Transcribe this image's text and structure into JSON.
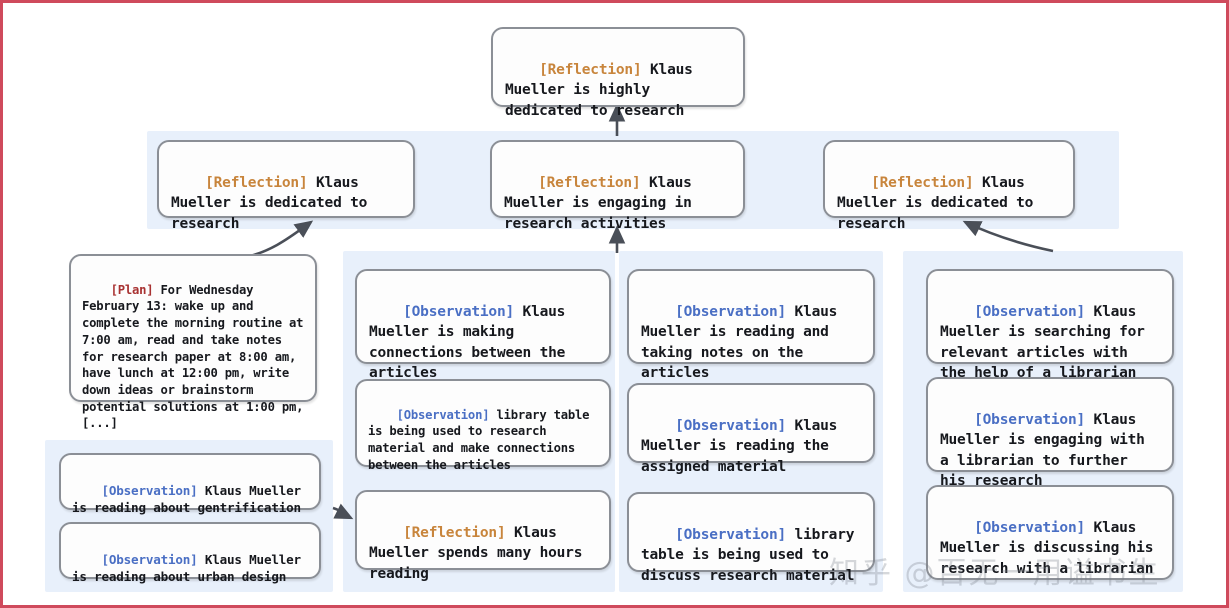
{
  "meta": {
    "border_color": "#cf4a5c",
    "panel_color": "#e8f0fb",
    "node_border_color": "#8b8f96",
    "reflection_tag_color": "#c8853c",
    "observation_tag_color": "#4a6fc4",
    "plan_tag_color": "#a83232"
  },
  "tags": {
    "reflection": "[Reflection]",
    "observation": "[Observation]",
    "plan": "[Plan]"
  },
  "nodes": {
    "top_reflection": {
      "tag": "[Reflection]",
      "text": " Klaus Mueller is highly dedicated to research"
    },
    "mid_reflection_left": {
      "tag": "[Reflection]",
      "text": " Klaus Mueller is dedicated to research"
    },
    "mid_reflection_center": {
      "tag": "[Reflection]",
      "text": " Klaus Mueller is engaging in research activities"
    },
    "mid_reflection_right": {
      "tag": "[Reflection]",
      "text": " Klaus Mueller is dedicated to research"
    },
    "plan_box": {
      "tag": "[Plan]",
      "text": " For Wednesday February 13: wake up and complete the morning routine at 7:00 am, read and take notes for research paper at 8:00 am, have lunch at 12:00 pm, write down ideas or brainstorm potential solutions at 1:00 pm, [...]"
    },
    "obs_left_1": {
      "tag": "[Observation]",
      "text": " Klaus Mueller is reading about gentrification"
    },
    "obs_left_2": {
      "tag": "[Observation]",
      "text": " Klaus Mueller is reading about urban design"
    },
    "obs_col1_1": {
      "tag": "[Observation]",
      "text": " Klaus Mueller is making connections between the articles"
    },
    "obs_col1_2": {
      "tag": "[Observation]",
      "text": " library table is being used to research material and make connections between the articles"
    },
    "refl_col1_3": {
      "tag": "[Reflection]",
      "text": " Klaus Mueller spends many hours reading"
    },
    "obs_col2_1": {
      "tag": "[Observation]",
      "text": " Klaus Mueller is reading and taking notes on the articles"
    },
    "obs_col2_2": {
      "tag": "[Observation]",
      "text": " Klaus Mueller is reading the assigned material"
    },
    "obs_col2_3": {
      "tag": "[Observation]",
      "text": " library table is being used to discuss research material"
    },
    "obs_col3_1": {
      "tag": "[Observation]",
      "text": " Klaus Mueller is searching for relevant articles with the help of a librarian"
    },
    "obs_col3_2": {
      "tag": "[Observation]",
      "text": " Klaus Mueller is engaging with a librarian to further his research"
    },
    "obs_col3_3": {
      "tag": "[Observation]",
      "text": " Klaus Mueller is discussing his research with a librarian"
    }
  },
  "watermark": {
    "text": "知乎 @百无一用谥书生"
  }
}
